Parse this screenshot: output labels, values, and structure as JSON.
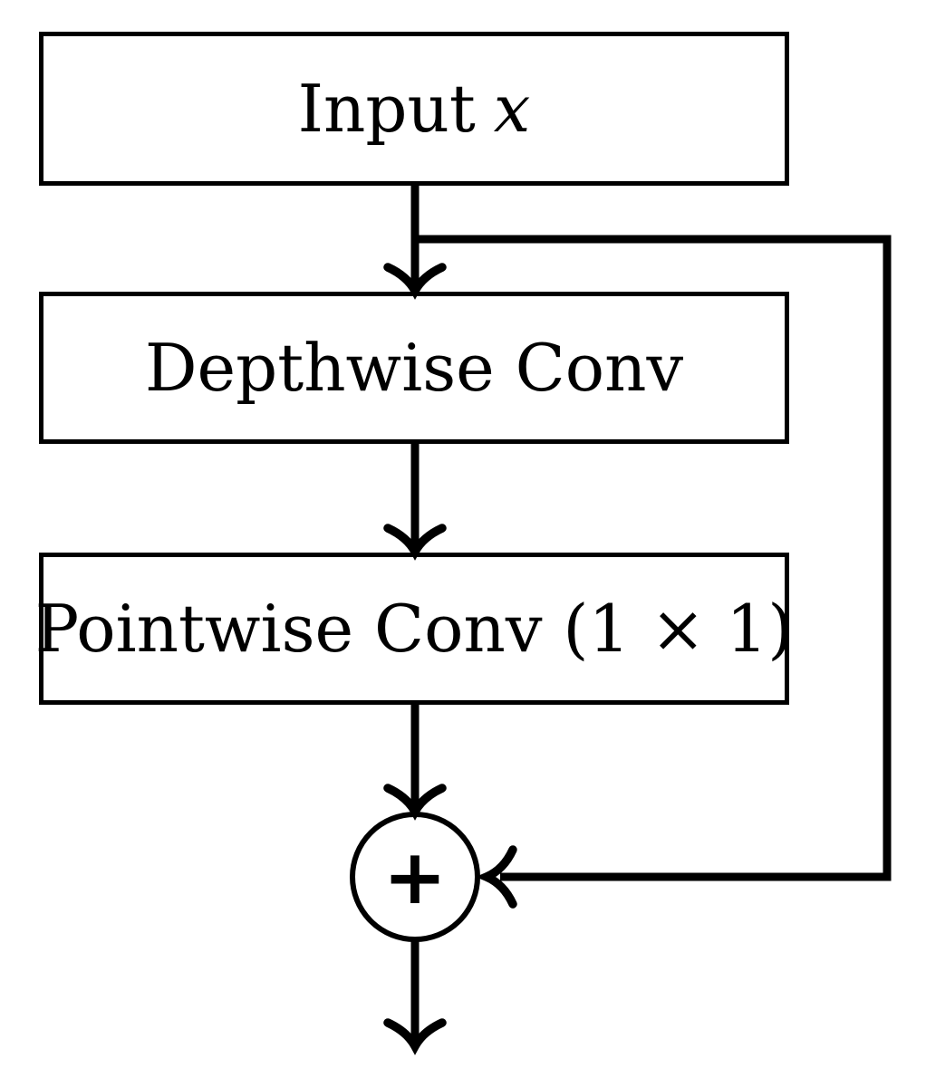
{
  "diagram": {
    "type": "flowchart",
    "background_color": "#ffffff",
    "stroke_color": "#000000",
    "nodes": {
      "input": {
        "label": "Input",
        "variable": "x",
        "shape": "rect"
      },
      "depthwise": {
        "label": "Depthwise Conv",
        "shape": "rect"
      },
      "pointwise": {
        "label": "Pointwise Conv (1 × 1)",
        "shape": "rect"
      },
      "sum": {
        "symbol": "+",
        "shape": "circle"
      }
    },
    "edges": [
      {
        "from": "input",
        "to": "depthwise",
        "type": "arrow"
      },
      {
        "from": "depthwise",
        "to": "pointwise",
        "type": "arrow"
      },
      {
        "from": "pointwise",
        "to": "sum",
        "type": "arrow"
      },
      {
        "from": "input",
        "to": "sum",
        "type": "skip-connection-arrow"
      },
      {
        "from": "sum",
        "to": "output",
        "type": "arrow"
      }
    ]
  }
}
